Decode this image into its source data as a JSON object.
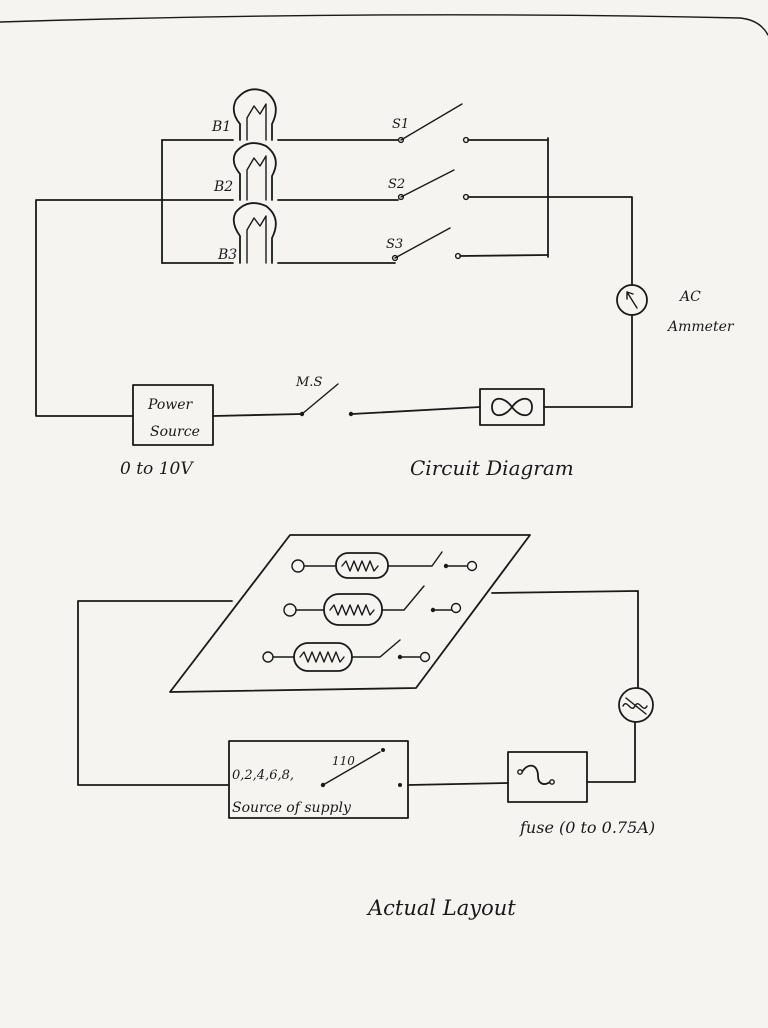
{
  "circuit_diagram": {
    "caption": "Circuit Diagram",
    "bulbs": [
      "B1",
      "B2",
      "B3"
    ],
    "switches": [
      "S1",
      "S2",
      "S3"
    ],
    "main_switch": "M.S",
    "power_source": {
      "line1": "Power",
      "line2": "Source"
    },
    "voltage_range": "0 to 10V",
    "ammeter": {
      "line1": "AC",
      "line2": "Ammeter"
    }
  },
  "actual_layout": {
    "caption": "Actual Layout",
    "supply_taps": "0,2,4,6,8,",
    "supply_tap_max": "110",
    "supply_label": "Source of supply",
    "fuse_label": "fuse (0 to 0.75A)"
  }
}
